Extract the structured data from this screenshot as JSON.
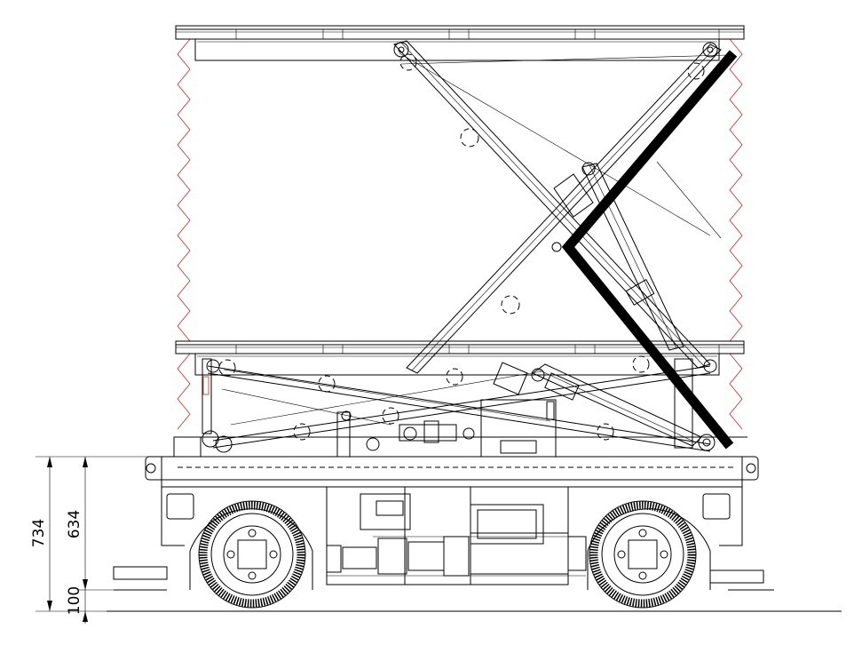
{
  "drawing": {
    "type": "scissor lift side elevation",
    "line_color": "#000000",
    "bellows_color": "#c0282c",
    "highlight_link_color": "#000000"
  },
  "dimensions": {
    "overall_height": "734",
    "chassis_height": "634",
    "ground_clearance": "100"
  }
}
